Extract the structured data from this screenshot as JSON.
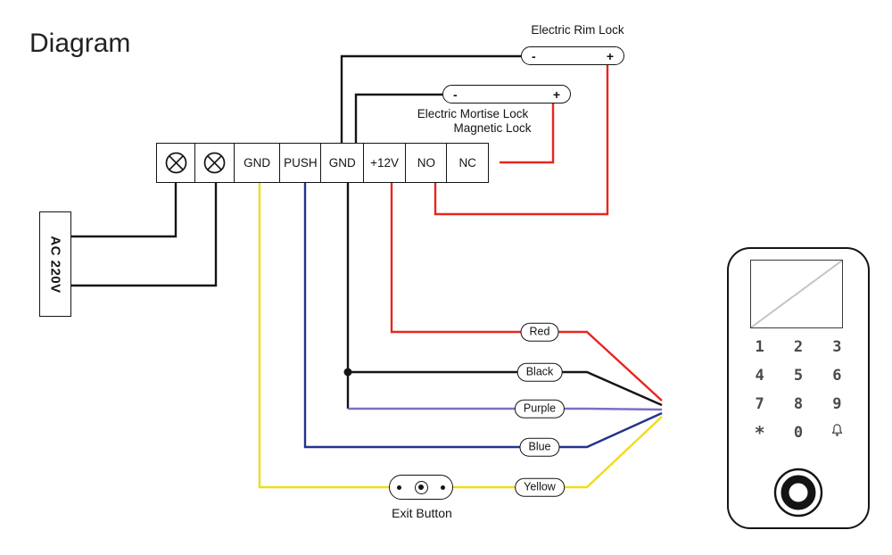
{
  "title": "Diagram",
  "power": {
    "label": "AC 220V"
  },
  "terminal_block": {
    "labels": [
      "GND",
      "PUSH",
      "GND",
      "+12V",
      "NO",
      "NC"
    ]
  },
  "icons": {
    "terminal_lamp": "circle-x-icon",
    "doorbell": "bell-icon",
    "fingerprint": "fingerprint-scanner-icon",
    "exit_button": "push-button-icon"
  },
  "rim_lock": {
    "label": "Electric Rim Lock",
    "minus": "-",
    "plus": "+"
  },
  "mortise_lock": {
    "label_line1": "Electric Mortise Lock",
    "label_line2": "Magnetic Lock",
    "minus": "-",
    "plus": "+"
  },
  "exit_button": {
    "label": "Exit Button"
  },
  "wire_tags": {
    "red": "Red",
    "black": "Black",
    "purple": "Purple",
    "blue": "Blue",
    "yellow": "Yellow"
  },
  "keypad": {
    "keys": [
      "1",
      "2",
      "3",
      "4",
      "5",
      "6",
      "7",
      "8",
      "9",
      "*",
      "0"
    ]
  },
  "wire_colors": {
    "red": "#e8251f",
    "black": "#141414",
    "purple": "#7d6ec6",
    "blue": "#23338f",
    "yellow": "#f2dc18",
    "bundle": "#a0a0a0",
    "bundle_edge": "#6e6e6e"
  }
}
